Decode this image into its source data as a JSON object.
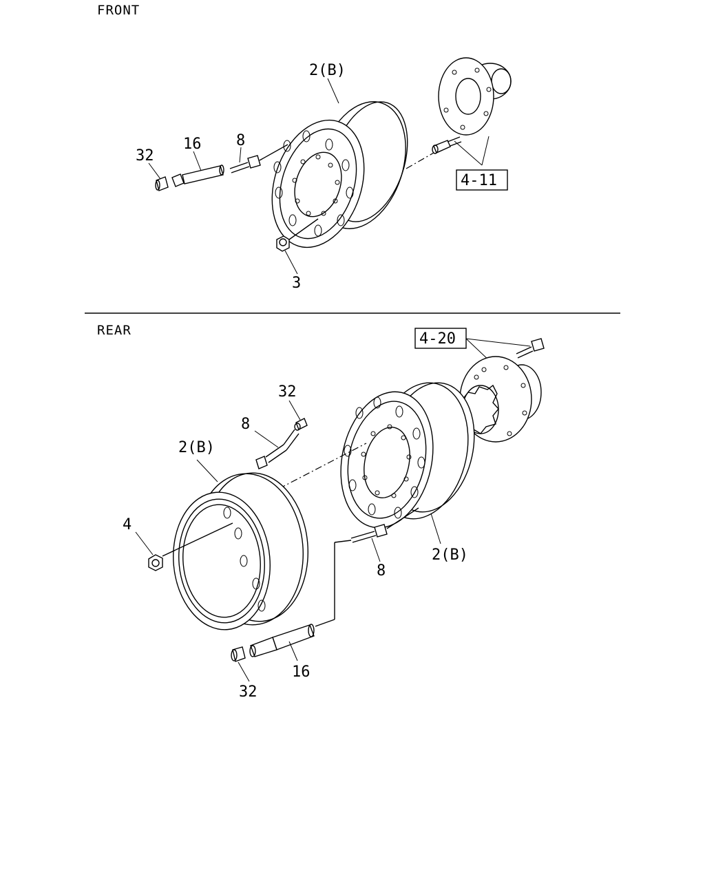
{
  "sections": {
    "front": "FRONT",
    "rear": "REAR"
  },
  "labels": {
    "front_wheel": "2(B)",
    "front_valve_cap": "32",
    "front_extension": "16",
    "front_valve": "8",
    "front_nut": "3",
    "front_ref": "4-11",
    "rear_ref": "4-20",
    "rear_valve_cap_top": "32",
    "rear_valve_top": "8",
    "rear_outer_wheel": "2(B)",
    "rear_nut": "4",
    "rear_inner_wheel": "2(B)",
    "rear_valve_bottom": "8",
    "rear_extension": "16",
    "rear_valve_cap_bottom": "32"
  }
}
